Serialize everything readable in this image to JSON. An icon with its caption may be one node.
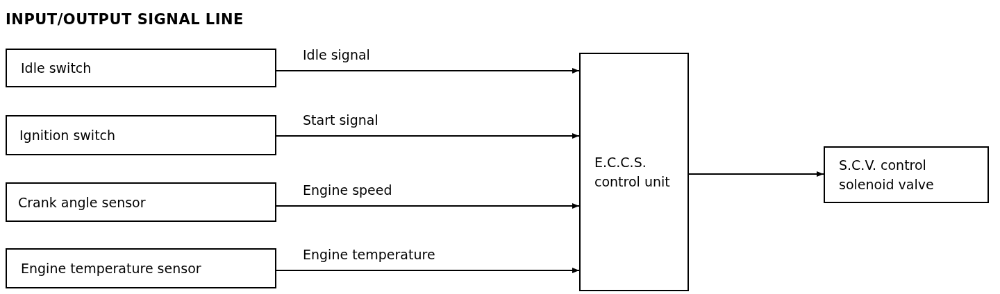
{
  "diagram": {
    "title": "INPUT/OUTPUT SIGNAL LINE",
    "nodes": [
      {
        "text": [
          "Idle switch"
        ]
      },
      {
        "text": [
          "Ignition switch"
        ]
      },
      {
        "text": [
          "Crank angle sensor"
        ]
      },
      {
        "text": [
          "Engine temperature sensor"
        ]
      },
      {
        "text": [
          "E.C.C.S. control unit"
        ]
      },
      {
        "text": [
          "S.C.V. control solenoid valve"
        ]
      }
    ],
    "edges": [
      {
        "from": 0,
        "to": 4,
        "arrow": "to",
        "label": "Idle signal"
      },
      {
        "from": 1,
        "to": 4,
        "arrow": "to",
        "label": "Start signal"
      },
      {
        "from": 2,
        "to": 4,
        "arrow": "to",
        "label": "Engine speed"
      },
      {
        "from": 3,
        "to": 4,
        "arrow": "to",
        "label": "Engine temperature"
      },
      {
        "from": 4,
        "to": 5,
        "arrow": "to"
      }
    ]
  }
}
